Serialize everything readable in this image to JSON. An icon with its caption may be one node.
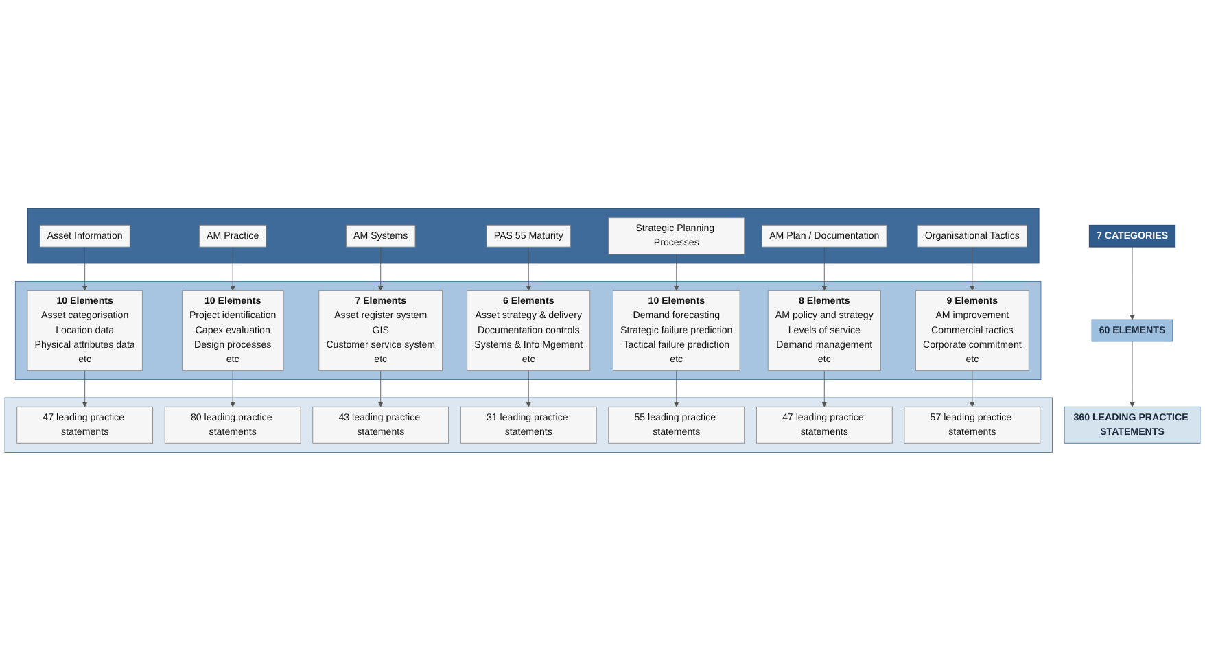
{
  "diagram": {
    "nodes": [
      {
        "text": [
          "7 CATEGORIES"
        ]
      },
      {
        "text": [],
        "shape": "box"
      },
      {
        "text": [
          "Asset Information"
        ],
        "in": 1
      },
      {
        "text": [
          "Strategic Planning Processes"
        ],
        "in": 1
      },
      {
        "text": [
          "AM Practice"
        ],
        "in": 1
      },
      {
        "text": [
          "AM Plan / Documentation"
        ],
        "in": 1
      },
      {
        "text": [
          "AM Systems"
        ],
        "in": 1
      },
      {
        "text": [
          "Organisational Tactics"
        ],
        "in": 1
      },
      {
        "text": [
          "PAS 55 Maturity"
        ],
        "in": 1
      },
      {
        "text": [
          "60 ELEMENTS"
        ]
      },
      {
        "text": [],
        "shape": "box"
      },
      {
        "text": [
          "10 Elements",
          "Demand forecasting",
          "Strategic failure prediction",
          "Tactical failure prediction",
          "etc"
        ],
        "in": 10
      },
      {
        "text": [
          "8 Elements",
          "AM policy and strategy",
          "Levels of service",
          "Demand management",
          "etc"
        ],
        "in": 10
      },
      {
        "text": [
          "9 Elements",
          "AM improvement",
          "Commercial tactics",
          "Corporate commitment",
          "etc"
        ],
        "in": 10
      },
      {
        "text": [
          "10 Elements",
          "Asset categorisation",
          "Location data",
          "Physical attributes data",
          "etc"
        ],
        "in": 10
      },
      {
        "text": [
          "10 Elements",
          "Project identification",
          "Capex evaluation",
          "Design processes",
          "etc"
        ],
        "in": 10
      },
      {
        "text": [
          "7 Elements",
          "Asset register system",
          "GIS",
          "Customer service system",
          "etc"
        ],
        "in": 10
      },
      {
        "text": [
          "6 Elements",
          "Asset strategy & delivery",
          "Documentation controls",
          "Systems & Info Mgement",
          "etc"
        ],
        "in": 10
      },
      {
        "text": [
          "360 LEADING PRACTICE STATEMENTS"
        ]
      },
      {
        "text": [],
        "shape": "box"
      },
      {
        "text": [
          "47 leading practice statements"
        ],
        "in": 19
      },
      {
        "text": [
          "80 leading practice statements"
        ],
        "in": 19
      },
      {
        "text": [
          "43 leading practice statements"
        ],
        "in": 19
      },
      {
        "text": [
          "31 leading practice statements"
        ],
        "in": 19
      },
      {
        "text": [
          "55 leading practice statements"
        ],
        "in": 19
      },
      {
        "text": [
          "47 leading practice statements"
        ],
        "in": 19
      },
      {
        "text": [
          "57 leading practice statements"
        ],
        "in": 19
      }
    ],
    "edges": [
      {
        "from": 0,
        "to": 9,
        "arrow": "to"
      },
      {
        "from": 9,
        "to": 18,
        "arrow": "to"
      },
      {
        "from": 2,
        "to": 14,
        "arrow": "to"
      },
      {
        "from": 3,
        "to": 11,
        "arrow": "to"
      },
      {
        "from": 4,
        "to": 15,
        "arrow": "to"
      },
      {
        "from": 5,
        "to": 12,
        "arrow": "to"
      },
      {
        "from": 6,
        "to": 16,
        "arrow": "to"
      },
      {
        "from": 7,
        "to": 13,
        "arrow": "to"
      },
      {
        "from": 8,
        "to": 17,
        "arrow": "to"
      },
      {
        "from": 14,
        "to": 20,
        "arrow": "to"
      },
      {
        "from": 11,
        "to": 24,
        "arrow": "to"
      },
      {
        "from": 15,
        "to": 21,
        "arrow": "to"
      },
      {
        "from": 12,
        "to": 25,
        "arrow": "to"
      },
      {
        "from": 16,
        "to": 22,
        "arrow": "to"
      },
      {
        "from": 13,
        "to": 26,
        "arrow": "to"
      },
      {
        "from": 17,
        "to": 23,
        "arrow": "to"
      }
    ]
  }
}
